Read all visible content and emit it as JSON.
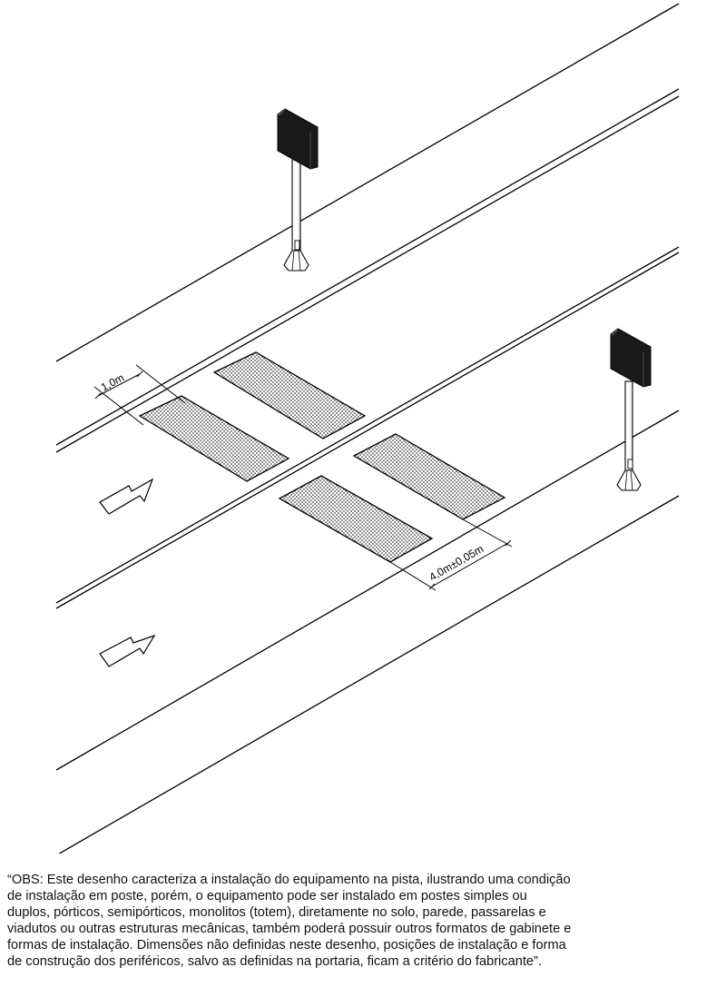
{
  "dimensions": {
    "pad_width": "1,0m",
    "pad_spacing": "4,0m±0,05m"
  },
  "note": "“OBS: Este desenho caracteriza a instalação do equipamento na pista, ilustrando uma condição\nde instalação em poste, porém, o equipamento pode ser instalado em postes simples ou\nduplos, pórticos, semipórticos, monolitos (totem), diretamente no solo, parede, passarelas e\nviadutos ou outras estruturas mecânicas, também poderá possuir outros formatos de gabinete e\nformas de instalação. Dimensões não definidas neste desenho, posições de instalação e forma\nde construção dos periféricos, salvo as definidas na portaria, ficam a critério do fabricante”.",
  "colors": {
    "line": "#000000",
    "cabinet": "#111111",
    "background": "#ffffff"
  },
  "icons": [
    "direction-arrow-icon",
    "equipment-cabinet-icon"
  ]
}
